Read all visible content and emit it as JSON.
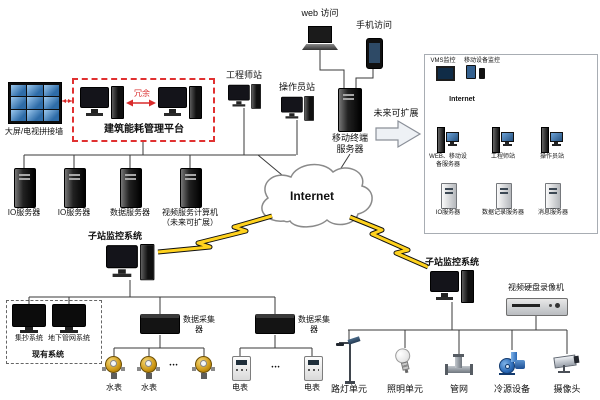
{
  "colors": {
    "accent_red": "#d92b2b",
    "bolt_yellow": "#ffd21e",
    "screen_blue": "#2d5c94",
    "line": "#3a3a3a"
  },
  "top": {
    "web_access": "web 访问",
    "mobile_access": "手机访问"
  },
  "platform": {
    "video_wall_label": "大屏/电视拼接墙",
    "redundancy_label": "冗余",
    "title": "建筑能耗管理平台"
  },
  "server_row": {
    "io1": "IO服务器",
    "io2": "IO服务器",
    "data": "数据服务器",
    "video_line1": "视频服务计算机",
    "video_line2": "（未来可扩展）"
  },
  "stations": {
    "engineer": "工程师站",
    "operator": "操作员站",
    "mobile_server": "移动终端服务器"
  },
  "future_label": "未来可扩展",
  "internet_label": "Internet",
  "right_panel": {
    "vms": "VMS监控",
    "mobile_monitor": "移动设备监控",
    "internet": "Internet",
    "web_server": "WEB、移动设备服务器",
    "engineer": "工程师站",
    "operator": "操作员站",
    "io": "IO服务器",
    "record": "数据记录服务器",
    "message": "消息服务器"
  },
  "sub_left": {
    "title": "子站监控系统",
    "meter_reading": "集抄系统",
    "pipe_network": "地下管网系统",
    "existing": "现有系统",
    "collector1": "数据采集器",
    "collector2": "数据采集器",
    "water1": "水表",
    "water2": "水表",
    "elec1": "电表",
    "elec2": "电表",
    "dots1": "•••",
    "dots2": "•••"
  },
  "sub_right": {
    "title": "子站监控系统",
    "dvr": "视频硬盘录像机",
    "street_light": "路灯单元",
    "lighting": "照明单元",
    "pipe": "管网",
    "cooling": "冷源设备",
    "camera": "摄像头"
  }
}
